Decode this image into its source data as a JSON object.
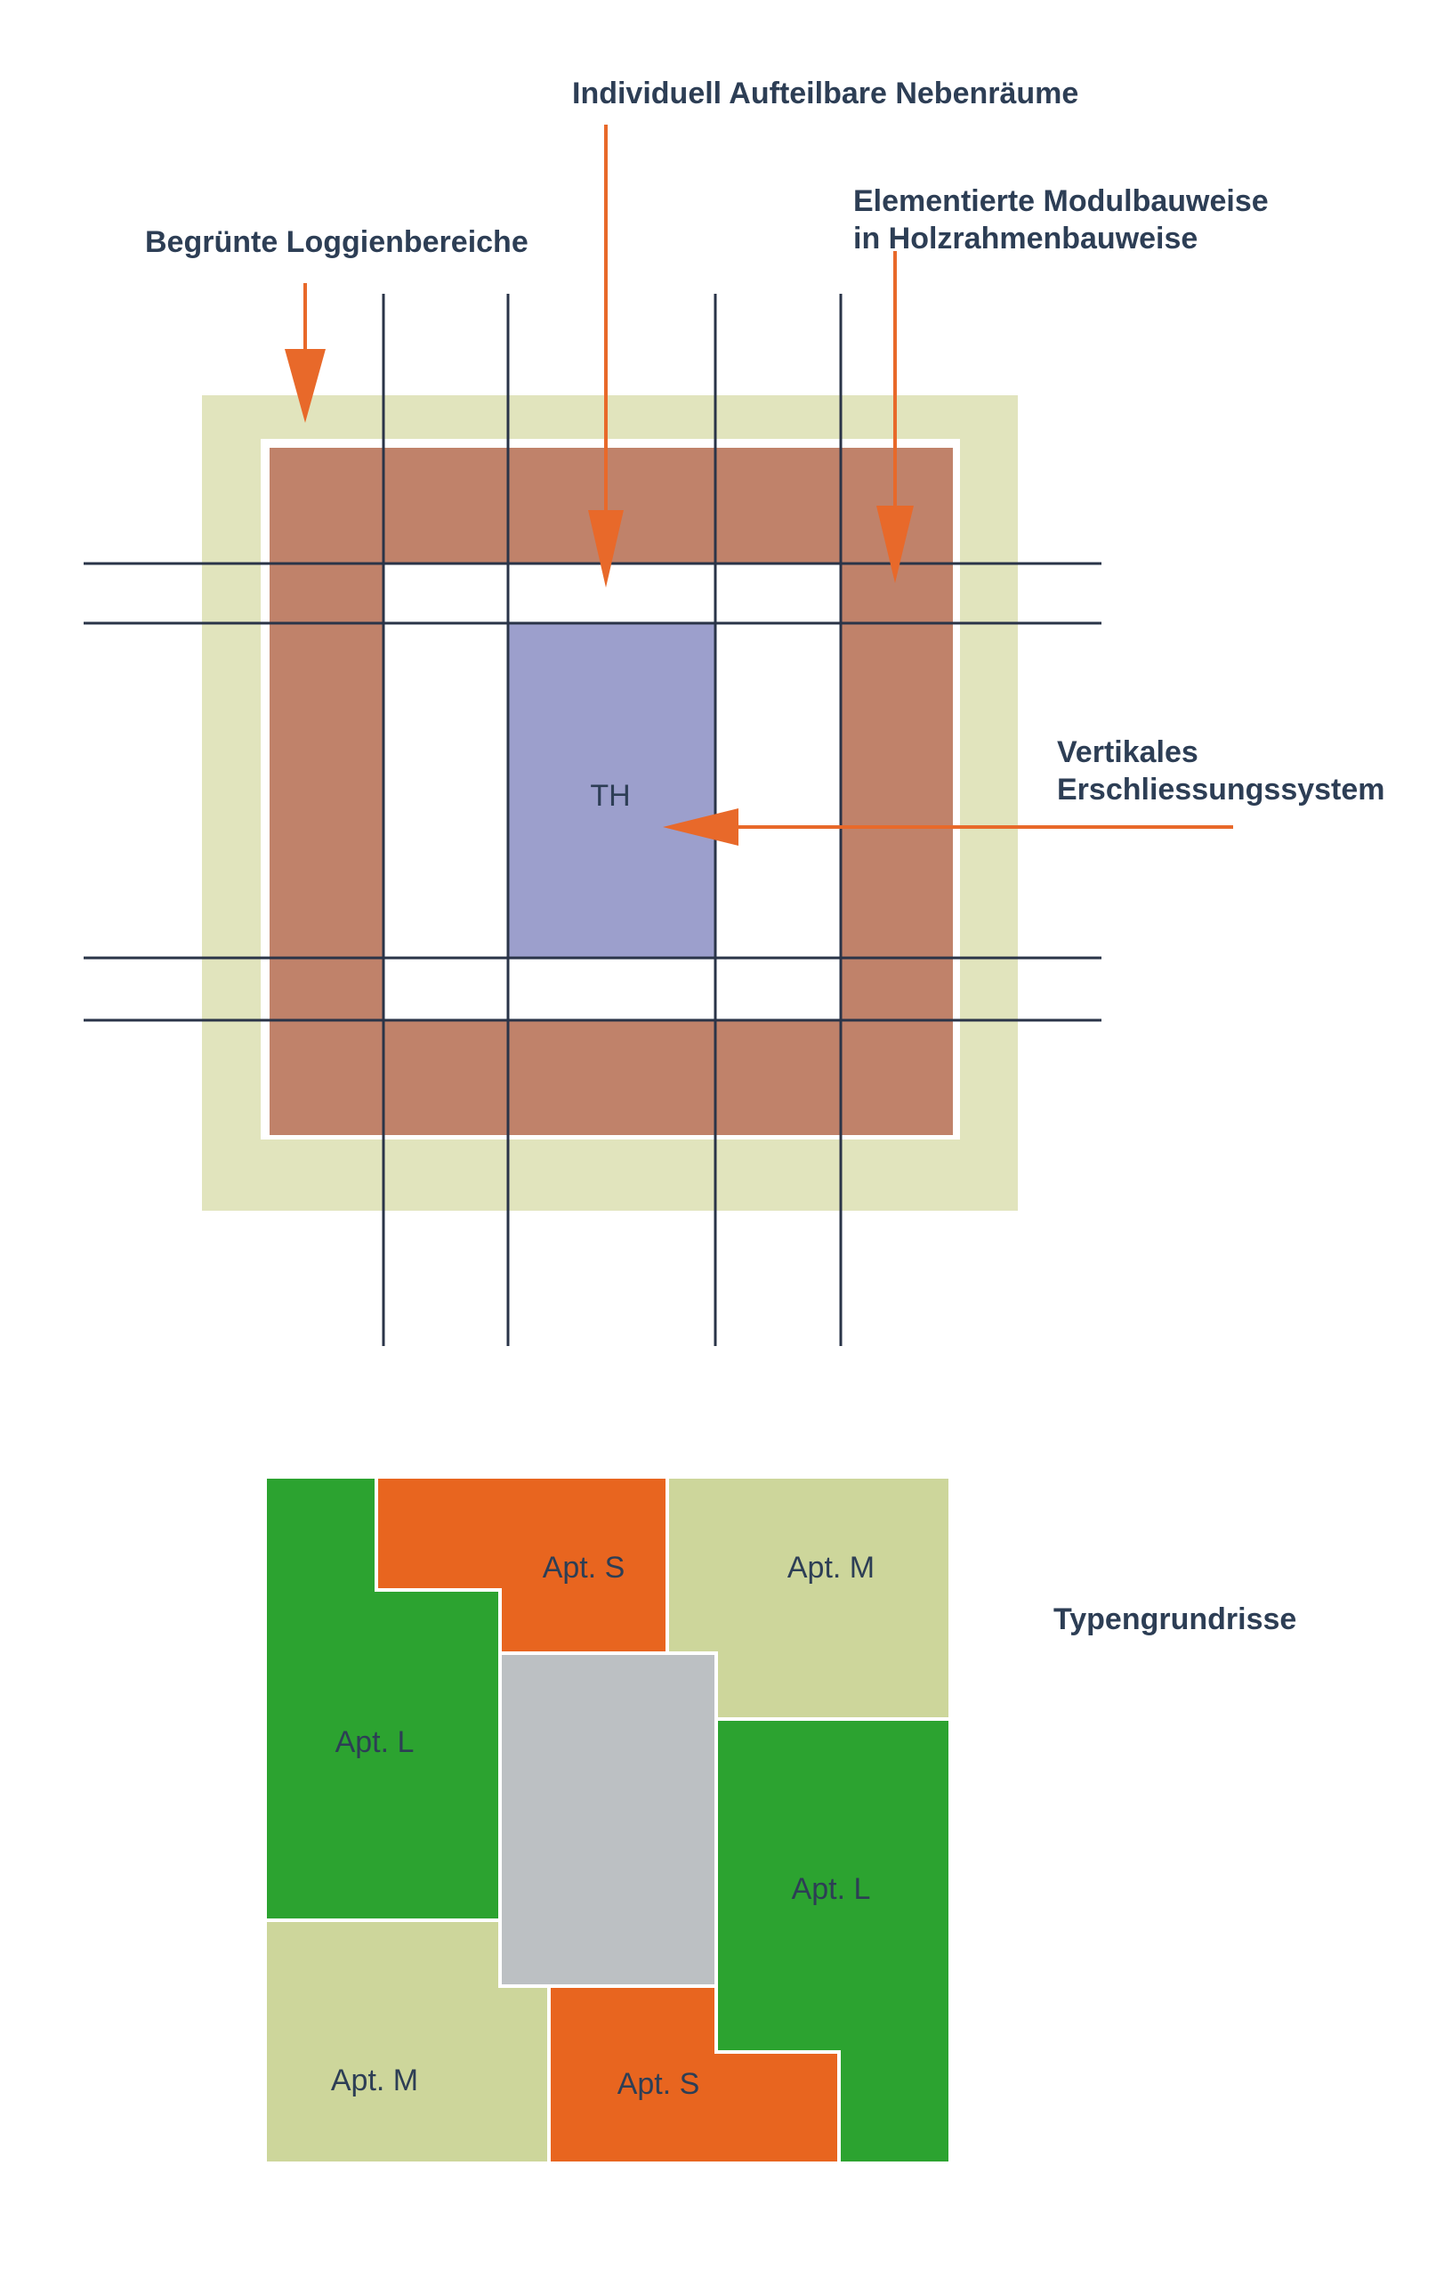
{
  "labels": {
    "loggien": "Begrünte Loggienbereiche",
    "nebenraeume": "Individuell Aufteilbare Nebenräume",
    "modul_line1": "Elementierte Modulbauweise",
    "modul_line2": "in Holzrahmenbauweise",
    "vertikal_line1": "Vertikales",
    "vertikal_line2": "Erschliessungssystem",
    "core": "TH",
    "typen": "Typengrundrisse"
  },
  "units": {
    "apt_s_top": "Apt. S",
    "apt_m_top": "Apt. M",
    "apt_l_left": "Apt. L",
    "apt_l_right": "Apt. L",
    "apt_m_bottom": "Apt. M",
    "apt_s_bottom": "Apt. S"
  },
  "colors": {
    "loggia": "#e1e4bd",
    "module": "#c0826a",
    "core": "#9c9fcc",
    "arrow": "#e8692a",
    "grid_line": "#2a3448",
    "text": "#2d3e55",
    "apt_l": "#2ca330",
    "apt_m": "#cdd69b",
    "apt_s": "#e8651f",
    "stair": "#bcc0c3"
  }
}
